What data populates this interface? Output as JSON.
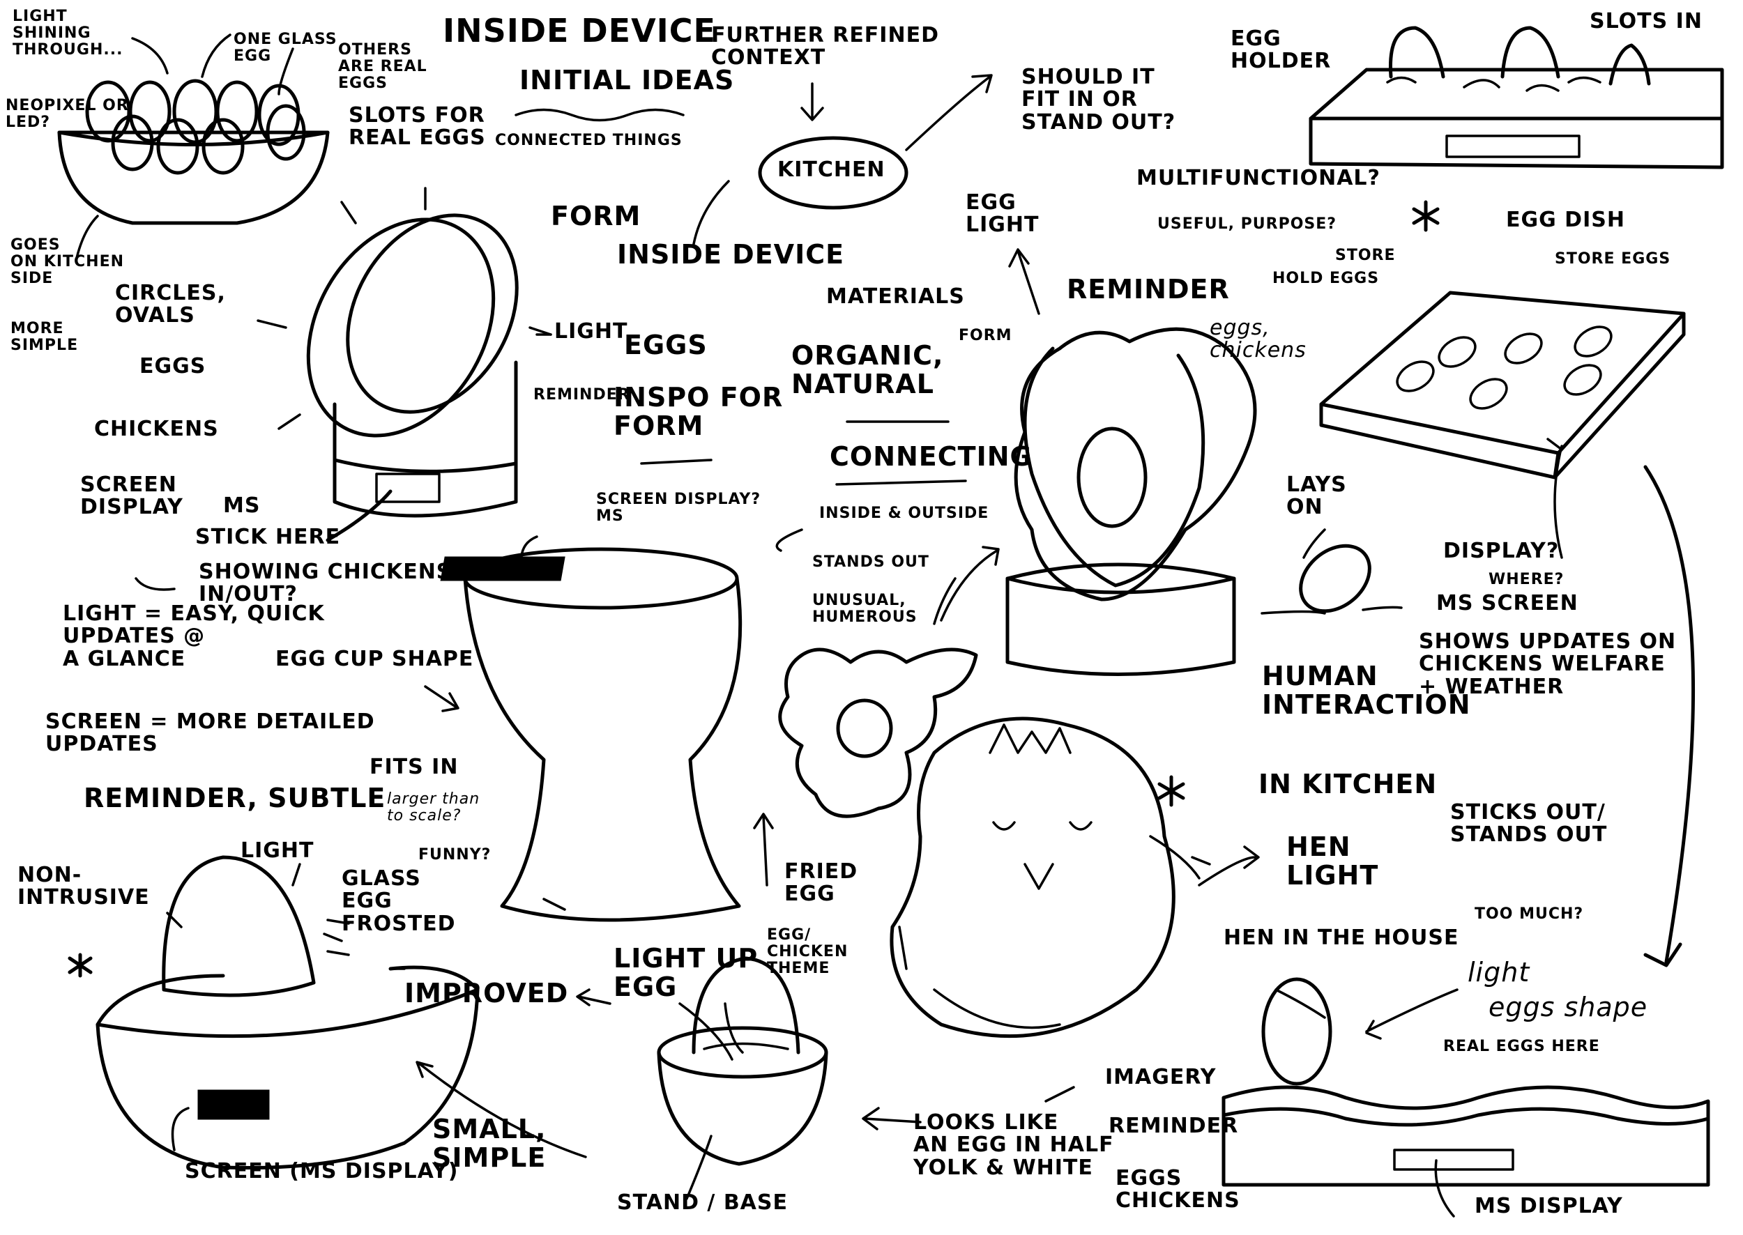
{
  "labels": {
    "light_shining": "LIGHT\nSHINING\nTHROUGH...",
    "one_glass_egg": "ONE GLASS\nEGG",
    "others_real": "OTHERS\nARE REAL\nEGGS",
    "neopixel": "NEOPIXEL OR\nLED?",
    "slots_real_eggs": "SLOTS FOR\nREAL EGGS",
    "inside_device_title": "INSIDE DEVICE",
    "initial_ideas": "INITIAL IDEAS",
    "connected_things": "CONNECTED THINGS",
    "further_refined": "FURTHER REFINED\nCONTEXT",
    "kitchen": "KITCHEN",
    "should_fit": "SHOULD IT\nFIT IN OR\nSTAND OUT?",
    "egg_holder": "EGG\nHOLDER",
    "slots_in": "SLOTS IN",
    "multifunctional": "MULTIFUNCTIONAL?",
    "useful_purpose": "USEFUL, PURPOSE?",
    "hold_eggs": "HOLD EGGS",
    "store": "STORE",
    "egg_dish": "EGG DISH",
    "store_eggs": "STORE EGGS",
    "egg_light_top": "EGG\nLIGHT",
    "form": "FORM",
    "inside_device": "INSIDE DEVICE",
    "eggs": "EGGS",
    "inspo_form": "INSPO FOR\nFORM",
    "goes_on": "GOES\nON KITCHEN\nSIDE",
    "circles_ovals": "CIRCLES,\nOVALS",
    "eggs2": "EGGS",
    "more_simple": "MORE\nSIMPLE",
    "chickens": "CHICKENS",
    "light": "LIGHT",
    "reminder_small": "REMINDER",
    "screen_display": "SCREEN\nDISPLAY",
    "ms": "MS",
    "stick_here": "STICK HERE",
    "showing_chickens": "SHOWING CHICKENS\nIN/OUT?",
    "materials": "MATERIALS",
    "organic_natural": "ORGANIC,\nNATURAL",
    "form_small": "FORM",
    "connecting": "CONNECTING",
    "inside_outside": "INSIDE & OUTSIDE",
    "reminder_top": "REMINDER",
    "eggs_chickens": "eggs,\nchickens",
    "screen_display_ms": "SCREEN DISPLAY?\nMS",
    "light_easy": "LIGHT = EASY, QUICK\nUPDATES @\na glance",
    "egg_cup_shape": "EGG CUP SHAPE",
    "screen_more": "SCREEN = MORE DETAILED\nUPDATES",
    "reminder_subtle": "REMINDER, SUBTLE",
    "fits_in": "FITS IN",
    "larger_than": "larger than\nto scale?",
    "funny": "FUNNY?",
    "stands_out": "STANDS OUT",
    "unusual": "UNUSUAL,\nHUMEROUS",
    "lays_on": "LAYS\nON",
    "display_where": "DISPLAY?",
    "where": "WHERE?",
    "ms_screen": "MS SCREEN",
    "shows_updates": "SHOWS UPDATES ON\nCHICKENS WELFARE\n+ WEATHER",
    "human_interaction": "HUMAN\nINTERACTION",
    "in_kitchen": "IN KITCHEN",
    "sticks_out": "STICKS OUT/\nSTANDS OUT",
    "too_much": "TOO MUCH?",
    "hen_light": "HEN\nLIGHT",
    "hen_in_house": "HEN IN THE HOUSE",
    "non_intrusive": "NON-\nINTRUSIVE",
    "light_bottom": "LIGHT",
    "glass_egg": "GLASS\nEGG\nFROSTED",
    "improved": "IMPROVED",
    "light_up_egg": "LIGHT UP\nEGG",
    "fried_egg": "FRIED\nEGG",
    "egg_chicken_theme": "EGG/\nCHICKEN\nTHEME",
    "screen_ms_display": "SCREEN (MS DISPLAY)",
    "small_simple": "SMALL,\nSIMPLE",
    "stand_base": "STAND / BASE",
    "looks_like": "LOOKS LIKE\nAN EGG IN HALF\nYOLK & WHITE",
    "imagery": "IMAGERY",
    "reminder_b": "REMINDER",
    "eggs_chickens_b": "EGGS\nCHICKENS",
    "light_r": "light",
    "eggs_shape": "eggs shape",
    "real_eggs_here": "REAL EGGS HERE",
    "ms_display": "MS DISPLAY"
  }
}
